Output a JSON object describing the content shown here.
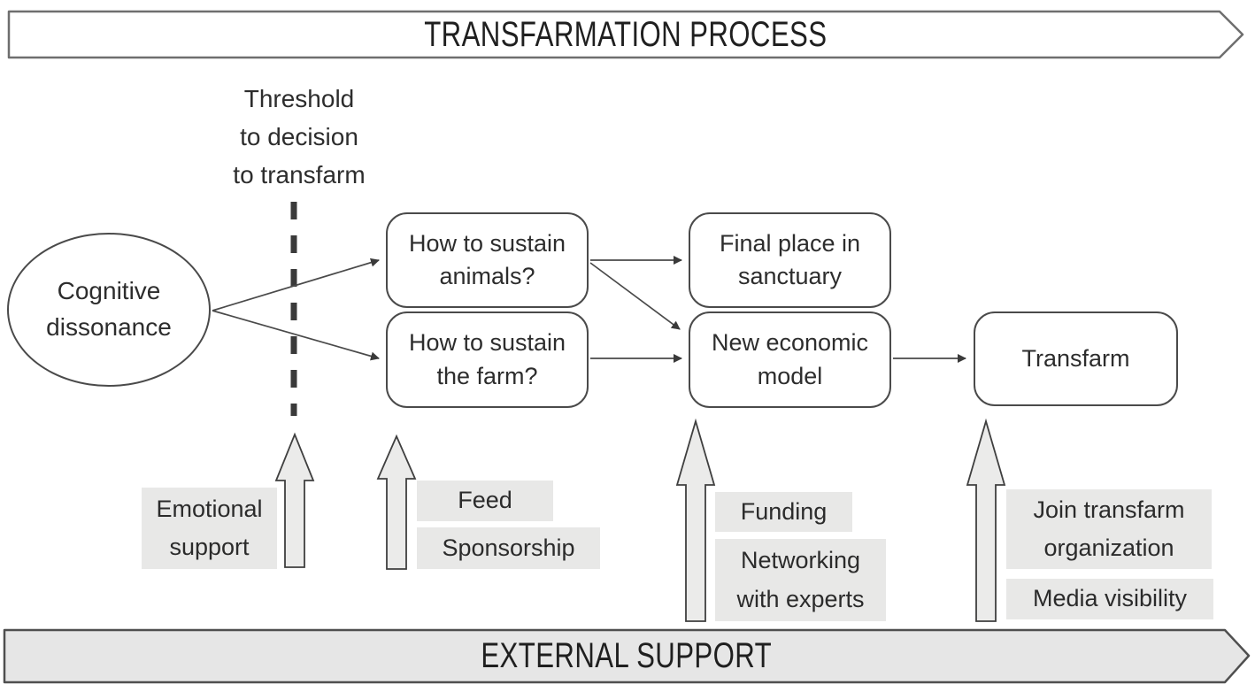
{
  "top_banner": {
    "label": "TRANSFARMATION PROCESS"
  },
  "bottom_banner": {
    "label": "EXTERNAL SUPPORT"
  },
  "threshold": {
    "line1": "Threshold",
    "line2": "to decision",
    "line3": "to transfarm"
  },
  "nodes": {
    "cognitive_dissonance": {
      "label": "Cognitive dissonance"
    },
    "sustain_animals": {
      "label": "How to sustain animals?"
    },
    "sustain_farm": {
      "label": "How to sustain the farm?"
    },
    "final_place": {
      "label": "Final place in sanctuary"
    },
    "economic_model": {
      "label": "New economic model"
    },
    "transfarm": {
      "label": "Transfarm"
    }
  },
  "supports": {
    "emotional": {
      "label": "Emotional support"
    },
    "feed": {
      "label": "Feed"
    },
    "sponsorship": {
      "label": "Sponsorship"
    },
    "funding": {
      "label": "Funding"
    },
    "networking": {
      "label": "Networking with experts"
    },
    "join_org": {
      "label": "Join transfarm organization"
    },
    "media": {
      "label": "Media visibility"
    }
  },
  "edges": [
    {
      "from": "cognitive_dissonance",
      "to": "sustain_animals"
    },
    {
      "from": "cognitive_dissonance",
      "to": "sustain_farm"
    },
    {
      "from": "sustain_animals",
      "to": "final_place"
    },
    {
      "from": "sustain_animals",
      "to": "economic_model"
    },
    {
      "from": "sustain_farm",
      "to": "economic_model"
    },
    {
      "from": "economic_model",
      "to": "transfarm"
    }
  ],
  "colors": {
    "node_border": "#4a4a4a",
    "tag_background": "#e8e8e7",
    "arrow_fill": "#ebebea",
    "arrow_stroke": "#3f3f3f",
    "bottom_banner_fill": "#e6e6e6",
    "banner_stroke": "#6e6e6e",
    "text": "#2d2d2d"
  }
}
